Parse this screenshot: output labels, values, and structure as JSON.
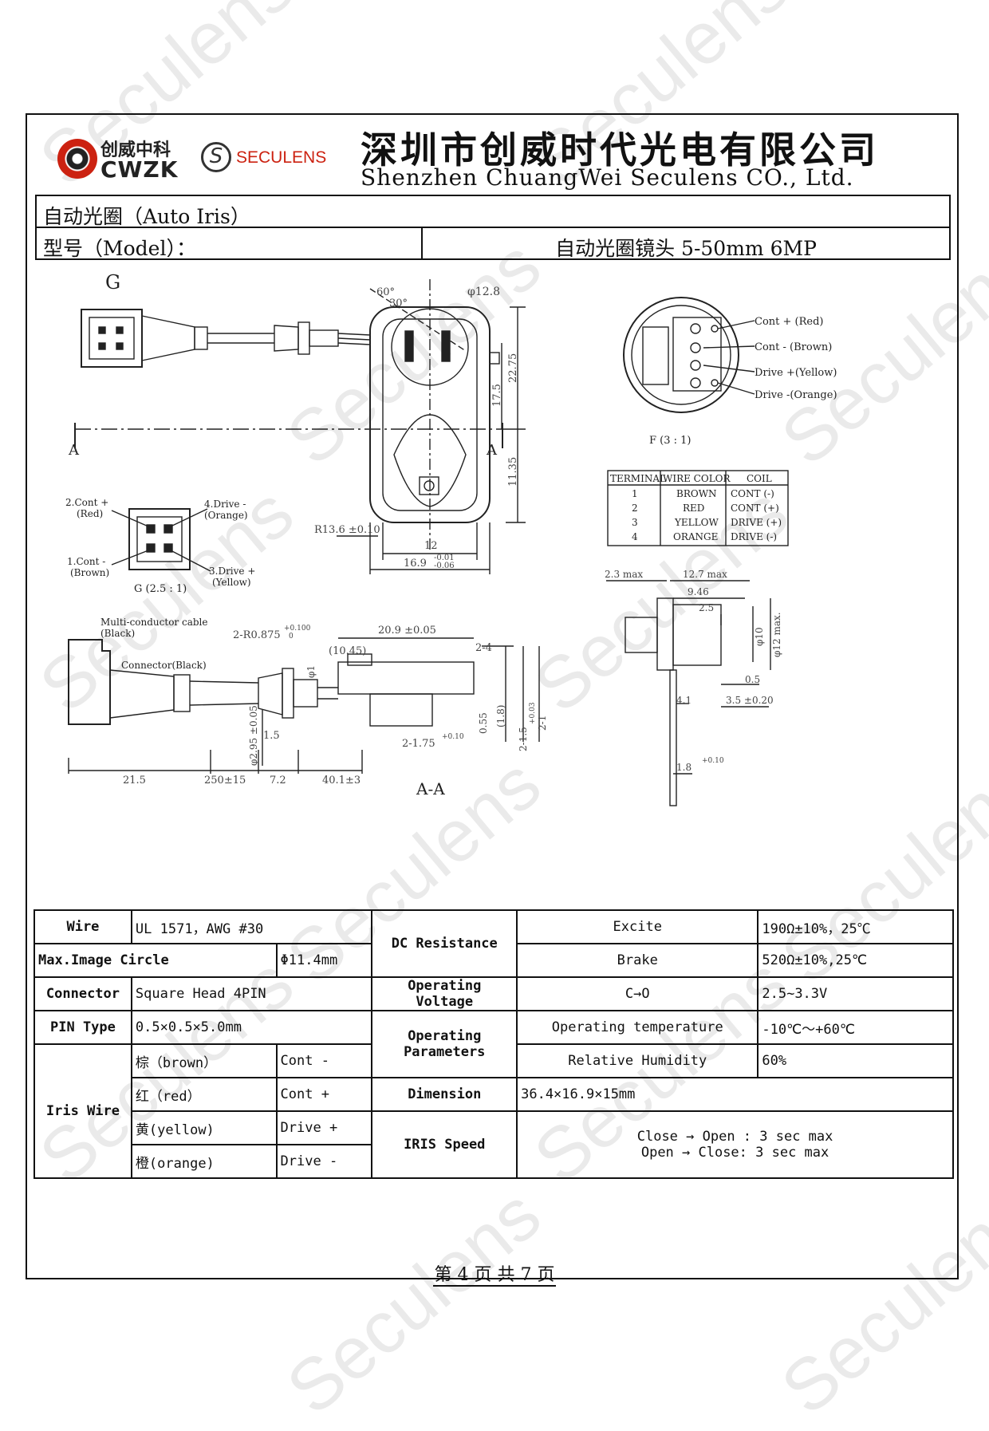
{
  "header": {
    "brand_cn": "创威中科",
    "brand_en": "CWZK",
    "seculens_logo": "SECULENS",
    "company_cn": "深圳市创威时代光电有限公司",
    "company_en": "Shenzhen ChuangWei Seculens CO., Ltd."
  },
  "title": {
    "section": "自动光圈（Auto Iris）",
    "model_label": "型号（Model）：",
    "model_value": "自动光圈镜头 5-50mm 6MP"
  },
  "drawing": {
    "view_g": "G",
    "view_a": "A",
    "dim_d128": "φ12.8",
    "dim_60": "60°",
    "dim_30": "30°",
    "dim_175": "17.5",
    "dim_2275": "22.75",
    "dim_1135": "11.35",
    "dim_r136": "R13.6 ±0.10",
    "dim_12": "12",
    "dim_169": "16.9",
    "dim_169_tol_up": "-0.01",
    "dim_169_tol_dn": "-0.06",
    "wire_cont_plus": "Cont + (Red)",
    "wire_cont_minus": "Cont - (Brown)",
    "wire_drive_plus": "Drive +(Yellow)",
    "wire_drive_minus": "Drive -(Orange)",
    "f_scale": "F (3 : 1)",
    "terminal_table": {
      "headers": [
        "TERMINAL",
        "WIRE COLOR",
        "COIL"
      ],
      "rows": [
        [
          "1",
          "BROWN",
          "CONT  (-)"
        ],
        [
          "2",
          "RED",
          "CONT  (+)"
        ],
        [
          "3",
          "YELLOW",
          "DRIVE (+)"
        ],
        [
          "4",
          "ORANGE",
          "DRIVE (-)"
        ]
      ]
    },
    "pin2": "2.Cont +",
    "pin2b": "(Red)",
    "pin4": "4.Drive -",
    "pin4b": "(Orange)",
    "pin1": "1.Cont -",
    "pin1b": "(Brown)",
    "pin3": "3.Drive +",
    "pin3b": "(Yellow)",
    "g_scale": "G (2.5 : 1)",
    "cable_label": "Multi-conductor cable",
    "cable_label2": "(Black)",
    "connector_label": "Connector(Black)",
    "dim_2r0875": "2-R0.875",
    "dim_2r0875_tol": "+0.100",
    "dim_2r0875_tol2": "0",
    "dim_209": "20.9 ±0.05",
    "dim_1045": "(10.45)",
    "dim_2_4": "2-4",
    "dim_d1": "φ1",
    "dim_055": "0.55",
    "dim_18": "(1.8)",
    "dim_21": "2-1",
    "dim_215": "2-1.5",
    "dim_215_tol": "+0.03",
    "dim_d295": "φ2.95 ±0.05",
    "dim_15": "1.5",
    "dim_2175": "2-1.75",
    "dim_2175_tol": "+0.10",
    "dim_215b": "21.5",
    "dim_250": "250±15",
    "dim_72": "7.2",
    "dim_401": "40.1±3",
    "section_aa": "A-A",
    "dim_23max": "2.3 max",
    "dim_127max": "12.7 max",
    "dim_946": "9.46",
    "dim_25": "2.5",
    "dim_d10": "φ10",
    "dim_d12max": "φ12 max.",
    "dim_05": "0.5",
    "dim_41": "4.1",
    "dim_35": "3.5 ±0.20",
    "dim_18b": "1.8",
    "dim_18b_tol": "+0.10"
  },
  "spec": {
    "wire_label": "Wire",
    "wire_value": "UL 1571，AWG #30",
    "image_circle_label": "Max.Image Circle",
    "image_circle_value": "Φ11.4mm",
    "connector_label": "Connector",
    "connector_value": "Square Head 4PIN",
    "pin_label": "PIN Type",
    "pin_value": "0.5×0.5×5.0mm",
    "iris_wire_label": "Iris Wire",
    "iris_rows": [
      {
        "color": "棕（brown）",
        "func": "Cont -"
      },
      {
        "color": "红（red）",
        "func": "Cont +"
      },
      {
        "color": "黄(yellow)",
        "func": "Drive +"
      },
      {
        "color": "橙(orange)",
        "func": "Drive -"
      }
    ],
    "dc_label": "DC Resistance",
    "excite_label": "Excite",
    "excite_value": "190Ω±10%，25℃",
    "brake_label": "Brake",
    "brake_value": "520Ω±10%,25℃",
    "voltage_label": "Operating Voltage",
    "voltage_cond": "C→O",
    "voltage_value": "2.5~3.3V",
    "params_label": "Operating Parameters",
    "temp_label": "Operating temperature",
    "temp_value": "-10℃～+60℃",
    "humidity_label": "Relative Humidity",
    "humidity_value": "60%",
    "dimension_label": "Dimension",
    "dimension_value": "36.4×16.9×15mm",
    "speed_label": "IRIS Speed",
    "speed_line1": "Close → Open : 3 sec max",
    "speed_line2": "Open → Close: 3 sec max"
  },
  "footer": {
    "page": "第 4 页 共 7 页"
  }
}
